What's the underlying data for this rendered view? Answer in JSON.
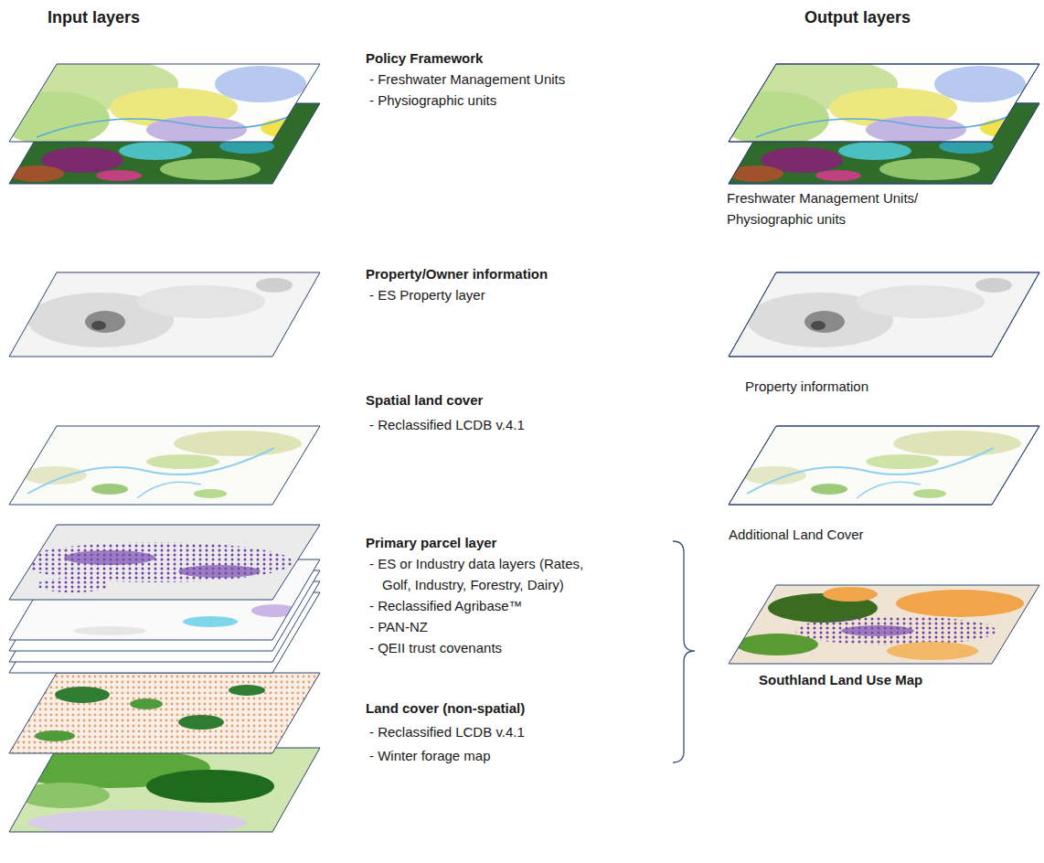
{
  "diagram": {
    "nodes": [
      {
        "text": [
          "Freshwater Management Units/ Physiographic units"
        ]
      },
      {
        "text": [
          "Property information"
        ]
      },
      {
        "text": [
          "Additional Land Cover"
        ]
      },
      {
        "text": [
          "Southland Land Use Map"
        ]
      }
    ],
    "labels": [
      "Input layers",
      "Output layers",
      "Policy Framework",
      "- Freshwater Management Units",
      "- Physiographic units",
      "Property/Owner information",
      "- ES Property layer",
      "Spatial land cover",
      "- Reclassified LCDB v.4.1",
      "Primary parcel layer",
      "- ES or Industry data layers (Rates, Golf, Industry, Forestry, Dairy)",
      "- Reclassified Agribase™",
      "- PAN-NZ",
      "- QEII trust covenants",
      "Land cover (non-spatial)",
      "- Reclassified LCDB v.4.1",
      "- Winter forage map"
    ]
  }
}
